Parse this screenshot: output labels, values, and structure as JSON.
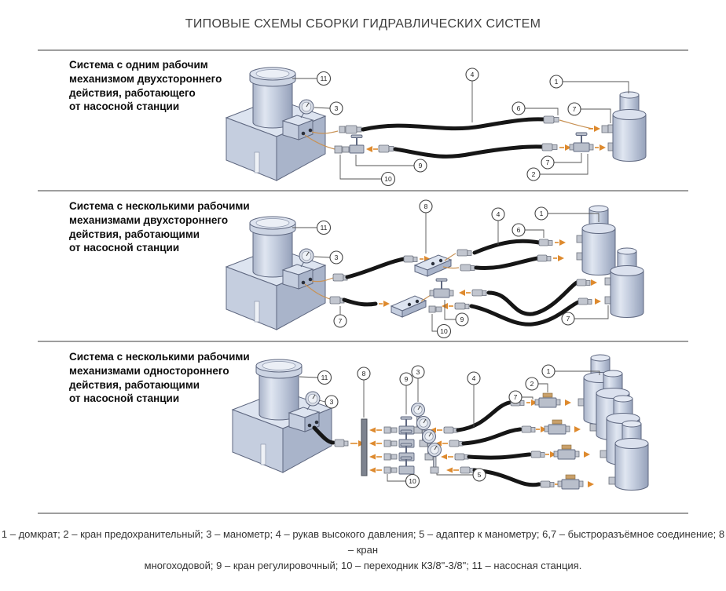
{
  "title": "ТИПОВЫЕ СХЕМЫ СБОРКИ ГИДРАВЛИЧЕСКИХ СИСТЕМ",
  "sections": [
    {
      "caption": "Система с одним рабочим\nмеханизмом двухстороннего\nдействия, работающего\nот насосной станции",
      "callouts": [
        "11",
        "3",
        "4",
        "1",
        "6",
        "7",
        "9",
        "10",
        "7",
        "2"
      ]
    },
    {
      "caption": "Система с несколькими рабочими\nмеханизмами двухстороннего\nдействия, работающими\nот насосной станции",
      "callouts": [
        "11",
        "3",
        "8",
        "4",
        "1",
        "6",
        "7",
        "9",
        "10",
        "7"
      ]
    },
    {
      "caption": "Система с несколькими рабочими\nмеханизмами одностороннего\nдействия, работающими\nот насосной станции",
      "callouts": [
        "11",
        "3",
        "8",
        "9",
        "3",
        "4",
        "1",
        "2",
        "7",
        "10",
        "5"
      ]
    }
  ],
  "legend": {
    "line1": "1 – домкрат; 2 – кран предохранительный; 3 – манометр; 4 – рукав высокого давления; 5 – адаптер к манометру; 6,7 – быстроразъёмное соединение; 8 – кран",
    "line2": "многоходовой; 9 – кран регулировочный; 10 – переходник К3/8\"-3/8\"; 11 – насосная станция."
  },
  "colors": {
    "hose": "#161616",
    "arrow": "#de8a2e",
    "metal_light": "#dde4f0",
    "metal_mid": "#c5cedf",
    "metal_dark": "#a9b4ca",
    "outline": "#5f6880",
    "rule": "#9e9e9e"
  }
}
